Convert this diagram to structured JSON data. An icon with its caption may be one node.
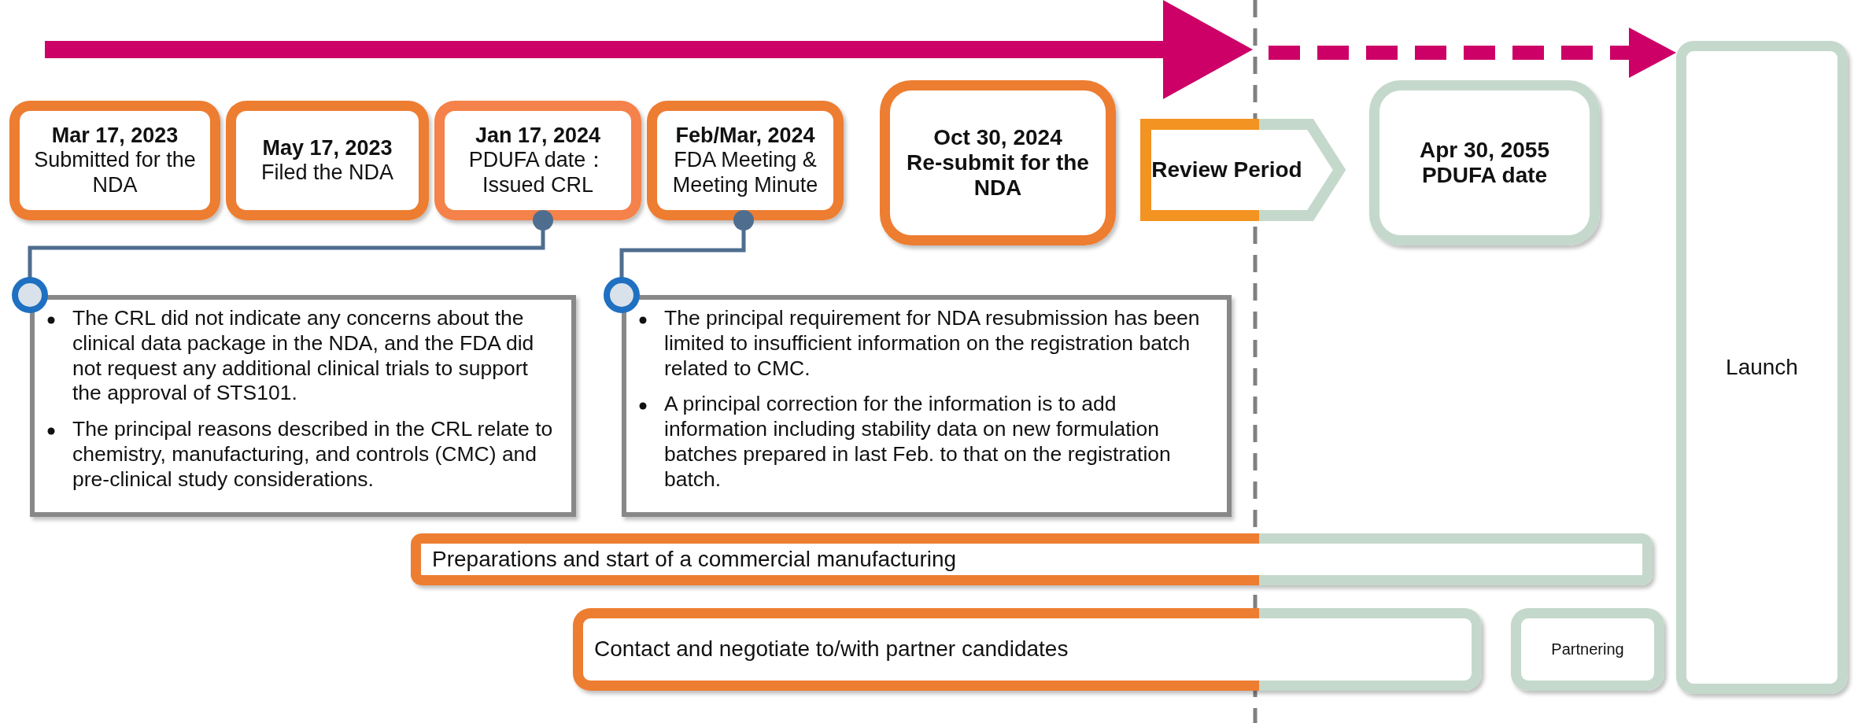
{
  "diagram": {
    "nodes": [
      {
        "text": [
          "Mar 17, 2023",
          "Submitted for the NDA"
        ]
      },
      {
        "text": [
          "May 17, 2023",
          "Filed the NDA"
        ]
      },
      {
        "text": [
          "Jan 17, 2024",
          "PDUFA date： Issued CRL"
        ]
      },
      {
        "text": [
          "Feb/Mar, 2024",
          "FDA Meeting & Meeting Minute"
        ]
      },
      {
        "text": [
          "Oct 30, 2024",
          "Re-submit for the NDA"
        ]
      },
      {
        "text": [
          "Review Period"
        ]
      },
      {
        "text": [
          "Apr 30, 2055",
          "PDUFA date"
        ]
      },
      {
        "text": [
          "Launch"
        ]
      },
      {
        "text": [
          "The CRL did not indicate any concerns about the clinical data package in the NDA, and the FDA did not request any additional clinical trials to support the approval of STS101.",
          "The principal reasons described in the CRL relate to chemistry, manufacturing, and controls (CMC) and pre-clinical study considerations."
        ]
      },
      {
        "text": [
          "The principal requirement for NDA resubmission has been limited to insufficient information on the registration batch related to CMC.",
          "A principal correction for the information is to add information including stability data on new formulation batches prepared in last Feb. to that on the registration batch."
        ]
      },
      {
        "text": [
          "Preparations and start of a commercial manufacturing"
        ]
      },
      {
        "text": [
          "Contact and negotiate to/with partner candidates"
        ]
      },
      {
        "text": [
          "Partnering"
        ]
      }
    ],
    "edges": [
      {
        "from": 8,
        "to": 2,
        "arrow": "other",
        "color": "#4f6d8f"
      },
      {
        "from": 9,
        "to": 3,
        "arrow": "other",
        "color": "#4f6d8f"
      },
      {
        "from": null,
        "to": 7,
        "arrow": "to",
        "style": "dashed",
        "color": "#cc0066"
      }
    ]
  }
}
